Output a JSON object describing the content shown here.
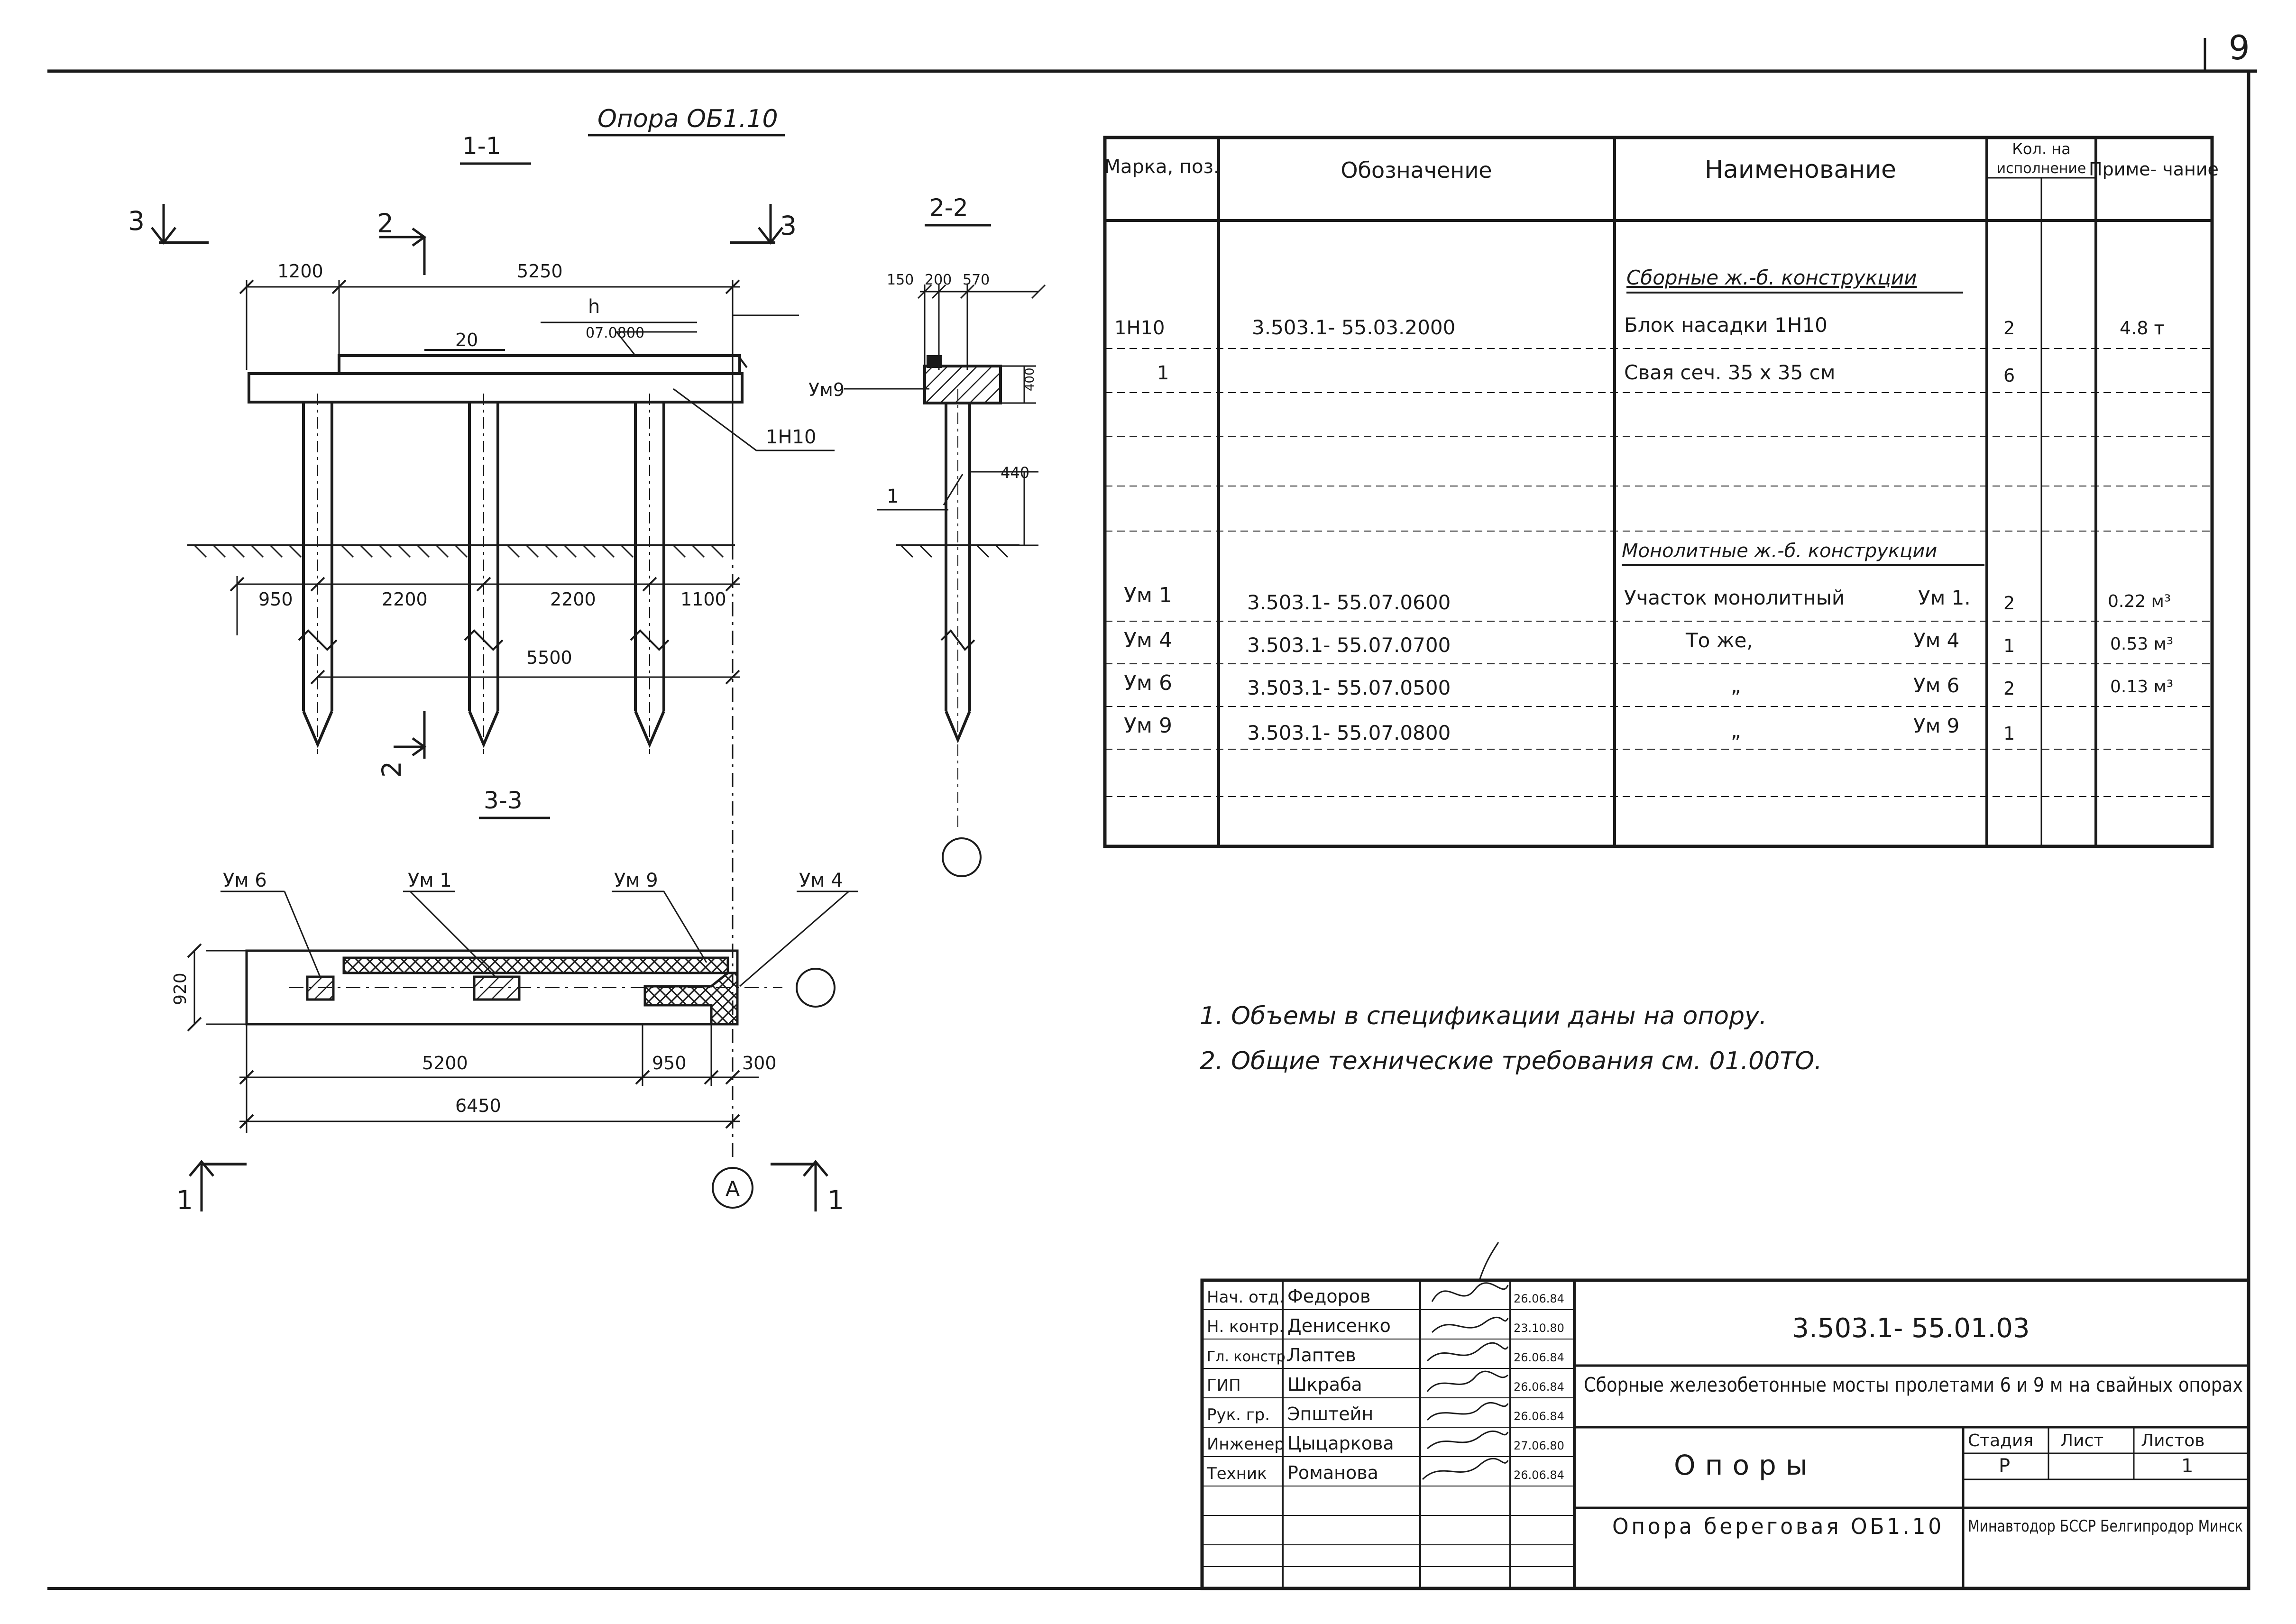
{
  "sheet_number": "9",
  "drawing": {
    "title": "Опора ОБ1.10",
    "sec11": "1-1",
    "sec22": "2-2",
    "sec33": "3-3",
    "cut": {
      "n3": "3",
      "n2": "2",
      "n1": "1"
    },
    "dims11": {
      "d1200": "1200",
      "d5250": "5250",
      "d950": "950",
      "d2200a": "2200",
      "d2200b": "2200",
      "d1100": "1100",
      "d5500": "5500"
    },
    "labels11": {
      "b20": "20",
      "h": "h",
      "mark": "07.0800",
      "blk": "1Н10"
    },
    "dims22": {
      "d150": "150",
      "d200": "200",
      "d570": "570",
      "d400": "400",
      "d440": "440"
    },
    "labels22": {
      "um9": "Ум9",
      "p1": "1"
    },
    "labels33": {
      "um6": "Ум 6",
      "um1": "Ум 1",
      "um9": "Ум 9",
      "um4": "Ум 4"
    },
    "dims33": {
      "d920": "920",
      "d5200": "5200",
      "d950": "950",
      "d300": "300",
      "d6450": "6450"
    },
    "axis": "А"
  },
  "spec": {
    "headers": {
      "mark": "Марка, поз.",
      "designation": "Обозначение",
      "name": "Наименование",
      "qty_top": "Кол. на",
      "qty_bottom": "исполнение",
      "note": "Приме- чание"
    },
    "group1": "Сборные ж.-б. конструкции",
    "group2": "Монолитные ж.-б. конструкции",
    "rows": [
      {
        "mark": "1Н10",
        "designation": "3.503.1- 55.03.2000",
        "name": "Блок насадки 1Н10",
        "sub": "",
        "qty": "2",
        "note": "4.8 т"
      },
      {
        "mark": "1",
        "designation": "",
        "name": "Свая сеч. 35 х 35 см",
        "sub": "",
        "qty": "6",
        "note": ""
      },
      {
        "mark": "Ум 1",
        "designation": "3.503.1- 55.07.0600",
        "name": "Участок монолитный",
        "sub": "Ум 1.",
        "qty": "2",
        "note": "0.22 м³"
      },
      {
        "mark": "Ум 4",
        "designation": "3.503.1- 55.07.0700",
        "name": "То же,",
        "sub": "Ум 4",
        "qty": "1",
        "note": "0.53 м³"
      },
      {
        "mark": "Ум 6",
        "designation": "3.503.1- 55.07.0500",
        "name": "„",
        "sub": "Ум 6",
        "qty": "2",
        "note": "0.13 м³"
      },
      {
        "mark": "Ум 9",
        "designation": "3.503.1- 55.07.0800",
        "name": "„",
        "sub": "Ум 9",
        "qty": "1",
        "note": ""
      }
    ]
  },
  "notes": [
    "1. Объемы в спецификации даны на опору.",
    "2. Общие технические требования см. 01.00ТО."
  ],
  "title_block": {
    "staff": [
      {
        "role": "Нач. отд.",
        "name": "Федоров",
        "date": "26.06.84"
      },
      {
        "role": "Н. контр.",
        "name": "Денисенко",
        "date": "23.10.80"
      },
      {
        "role": "Гл. констр.",
        "name": "Лаптев",
        "date": "26.06.84"
      },
      {
        "role": "ГИП",
        "name": "Шкраба",
        "date": "26.06.84"
      },
      {
        "role": "Рук. гр.",
        "name": "Эпштейн",
        "date": "26.06.84"
      },
      {
        "role": "Инженер",
        "name": "Цыцаркова",
        "date": "27.06.80"
      },
      {
        "role": "Техник",
        "name": "Романова",
        "date": "26.06.84"
      }
    ],
    "doc_code": "3.503.1- 55.01.03",
    "project": "Сборные железобетонные мосты пролетами 6 и 9 м на свайных опорах",
    "section": "Опоры",
    "stage_hdr": "Стадия",
    "sheet_hdr": "Лист",
    "sheets_hdr": "Листов",
    "stage": "Р",
    "sheets": "1",
    "sheet_title": "Опора береговая ОБ1.10",
    "org": "Минавтодор БССР Белгипродор Минск"
  }
}
